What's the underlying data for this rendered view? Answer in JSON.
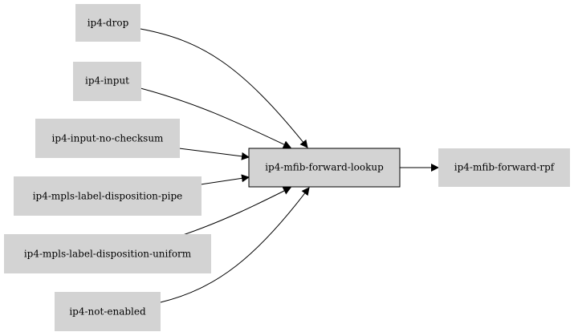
{
  "graph": {
    "nodes": {
      "ip4_drop": "ip4-drop",
      "ip4_input": "ip4-input",
      "ip4_input_no_checksum": "ip4-input-no-checksum",
      "ip4_mpls_label_disposition_pipe": "ip4-mpls-label-disposition-pipe",
      "ip4_mpls_label_disposition_uniform": "ip4-mpls-label-disposition-uniform",
      "ip4_not_enabled": "ip4-not-enabled",
      "ip4_mfib_forward_lookup": "ip4-mfib-forward-lookup",
      "ip4_mfib_forward_rpf": "ip4-mfib-forward-rpf"
    },
    "edges": [
      [
        "ip4_drop",
        "ip4_mfib_forward_lookup"
      ],
      [
        "ip4_input",
        "ip4_mfib_forward_lookup"
      ],
      [
        "ip4_input_no_checksum",
        "ip4_mfib_forward_lookup"
      ],
      [
        "ip4_mpls_label_disposition_pipe",
        "ip4_mfib_forward_lookup"
      ],
      [
        "ip4_mpls_label_disposition_uniform",
        "ip4_mfib_forward_lookup"
      ],
      [
        "ip4_not_enabled",
        "ip4_mfib_forward_lookup"
      ],
      [
        "ip4_mfib_forward_lookup",
        "ip4_mfib_forward_rpf"
      ]
    ],
    "colors": {
      "node_fill": "#d3d3d3",
      "node_stroke": "#000000",
      "edge": "#000000",
      "background": "#ffffff"
    }
  }
}
